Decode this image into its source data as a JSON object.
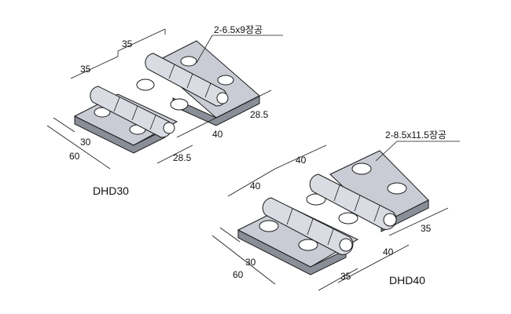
{
  "hinges": [
    {
      "model": "DHD30",
      "hole_spec": "2-6.5x9장공",
      "dims": {
        "top_a": "35",
        "top_b": "35",
        "bottom_a": "30",
        "bottom_b": "60",
        "right_a": "28.5",
        "right_b": "40",
        "right_c": "28.5"
      }
    },
    {
      "model": "DHD40",
      "hole_spec": "2-8.5x11.5장공",
      "dims": {
        "top_a": "40",
        "top_b": "40",
        "bottom_a": "30",
        "bottom_b": "60",
        "right_a": "35",
        "right_b": "40",
        "right_c": "35"
      }
    }
  ]
}
